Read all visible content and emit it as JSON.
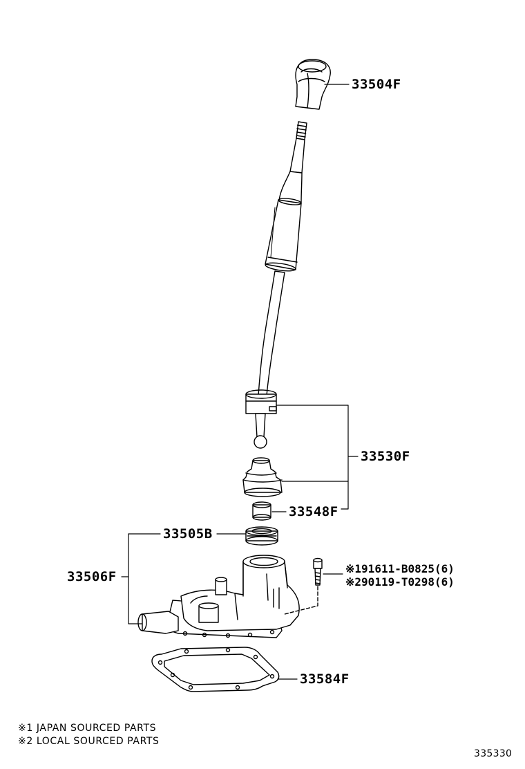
{
  "parts": {
    "knob": "33504F",
    "lever": "33530F",
    "bushing": "33548F",
    "seat": "33505B",
    "retainer": "33506F",
    "gasket": "33584F"
  },
  "bolts": [
    {
      "mark": "※1",
      "part": "91611-B0825",
      "qty": "(6)"
    },
    {
      "mark": "※2",
      "part": "90119-T0298",
      "qty": "(6)"
    }
  ],
  "notes": [
    {
      "mark": "※1",
      "text": "JAPAN SOURCED PARTS"
    },
    {
      "mark": "※2",
      "text": "LOCAL SOURCED PARTS"
    }
  ],
  "figure_number": "335330"
}
